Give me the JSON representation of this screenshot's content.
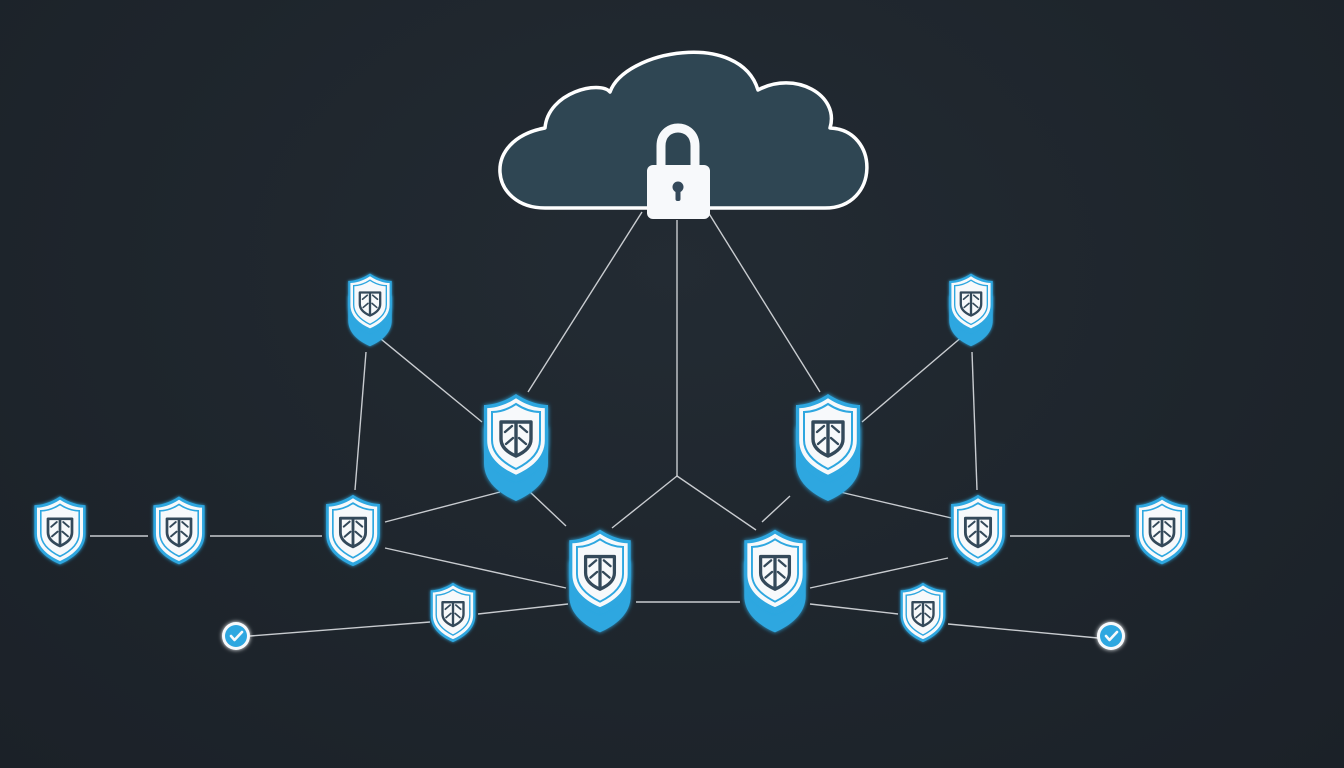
{
  "diagram": {
    "colors": {
      "background": "#1f262d",
      "cloud_fill": "#2f4653",
      "cloud_outline": "#ffffff",
      "shield_white": "#f7f9fb",
      "shield_accent": "#2ea7e0",
      "emblem": "#34495a",
      "connector": "#e6e9ec",
      "check": "#2ea7e0"
    },
    "cloud": {
      "icon": "cloud-icon",
      "lock_icon": "padlock-icon"
    },
    "nodes": [
      {
        "id": "n-top-left",
        "icon": "shield-icon",
        "variant": "stacked"
      },
      {
        "id": "n-top-right",
        "icon": "shield-icon",
        "variant": "stacked"
      },
      {
        "id": "n-mid-left",
        "icon": "shield-icon",
        "variant": "stacked"
      },
      {
        "id": "n-mid-right",
        "icon": "shield-icon",
        "variant": "stacked"
      },
      {
        "id": "n-far-left",
        "icon": "shield-icon",
        "variant": "single"
      },
      {
        "id": "n-left-2",
        "icon": "shield-icon",
        "variant": "single"
      },
      {
        "id": "n-left-3",
        "icon": "shield-icon",
        "variant": "single"
      },
      {
        "id": "n-center-left",
        "icon": "shield-icon",
        "variant": "stacked"
      },
      {
        "id": "n-center-right",
        "icon": "shield-icon",
        "variant": "stacked"
      },
      {
        "id": "n-right-3",
        "icon": "shield-icon",
        "variant": "single"
      },
      {
        "id": "n-far-right",
        "icon": "shield-icon",
        "variant": "single"
      },
      {
        "id": "n-low-left",
        "icon": "shield-icon",
        "variant": "single"
      },
      {
        "id": "n-low-right",
        "icon": "shield-icon",
        "variant": "single"
      }
    ],
    "checks": [
      {
        "id": "c-left",
        "icon": "check-circle-icon"
      },
      {
        "id": "c-right",
        "icon": "check-circle-icon"
      }
    ]
  }
}
